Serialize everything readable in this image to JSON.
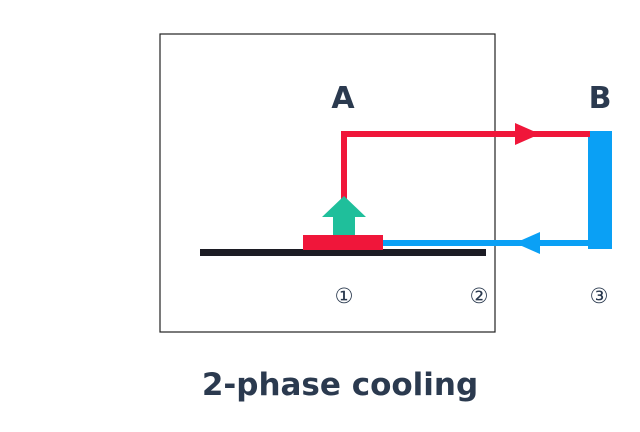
{
  "diagram": {
    "label_a": "A",
    "label_b": "B",
    "markers": [
      "①",
      "②",
      "③"
    ],
    "caption": "2-phase cooling"
  },
  "colors": {
    "hot_line": "#f0163a",
    "cold_line": "#0aa0f5",
    "heat_arrow": "#1fbf9b",
    "base_plate": "#1c1c24",
    "frame": "#222222",
    "text": "#2b3a4f"
  },
  "icons": {
    "heat_arrow": "arrow-up-icon",
    "hot_flow": "arrow-right-icon",
    "cold_flow": "arrow-left-icon"
  }
}
